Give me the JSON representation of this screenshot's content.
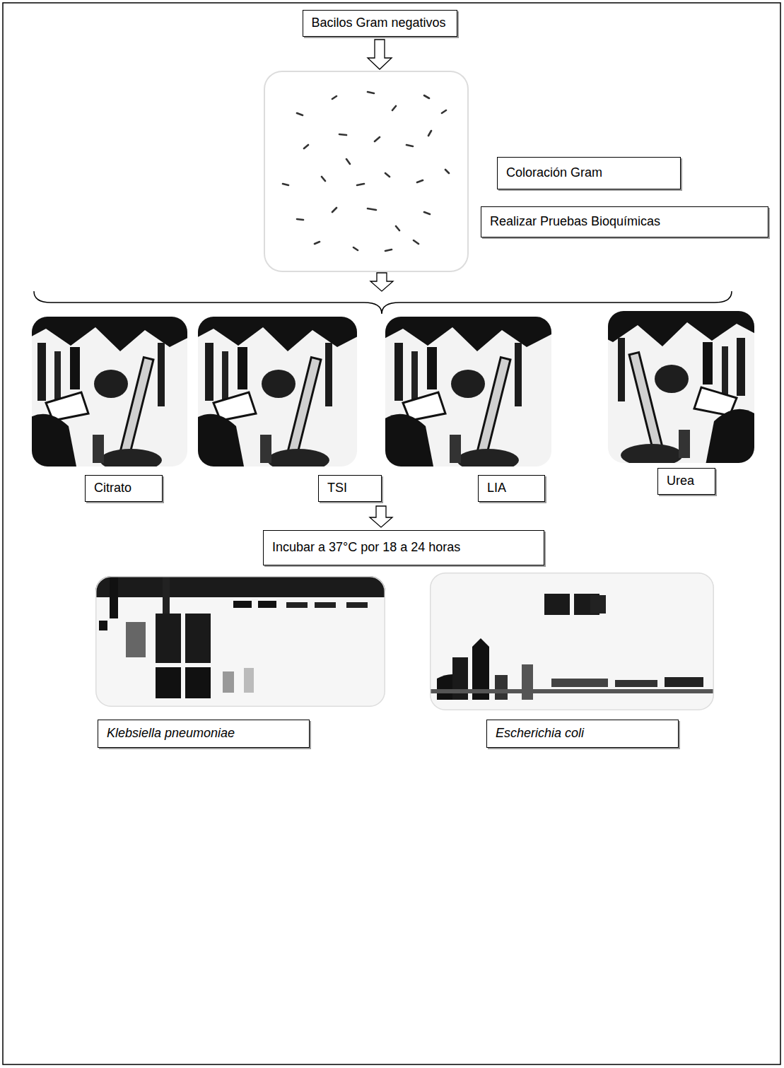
{
  "diagram": {
    "nodes": [
      {
        "text": [
          "Bacilos Gram negativos"
        ]
      },
      {
        "text": [
          "Coloración Gram"
        ]
      },
      {
        "text": [
          "Realizar Pruebas Bioquímicas"
        ]
      },
      {
        "text": [
          "Citrato"
        ]
      },
      {
        "text": [
          "TSI"
        ]
      },
      {
        "text": [
          "LIA"
        ]
      },
      {
        "text": [
          "Urea"
        ]
      },
      {
        "text": [
          "Incubar a 37°C por 18 a 24 horas"
        ]
      },
      {
        "text": [
          "Klebsiella pneumoniae"
        ]
      },
      {
        "text": [
          "Escherichia coli"
        ]
      }
    ]
  }
}
